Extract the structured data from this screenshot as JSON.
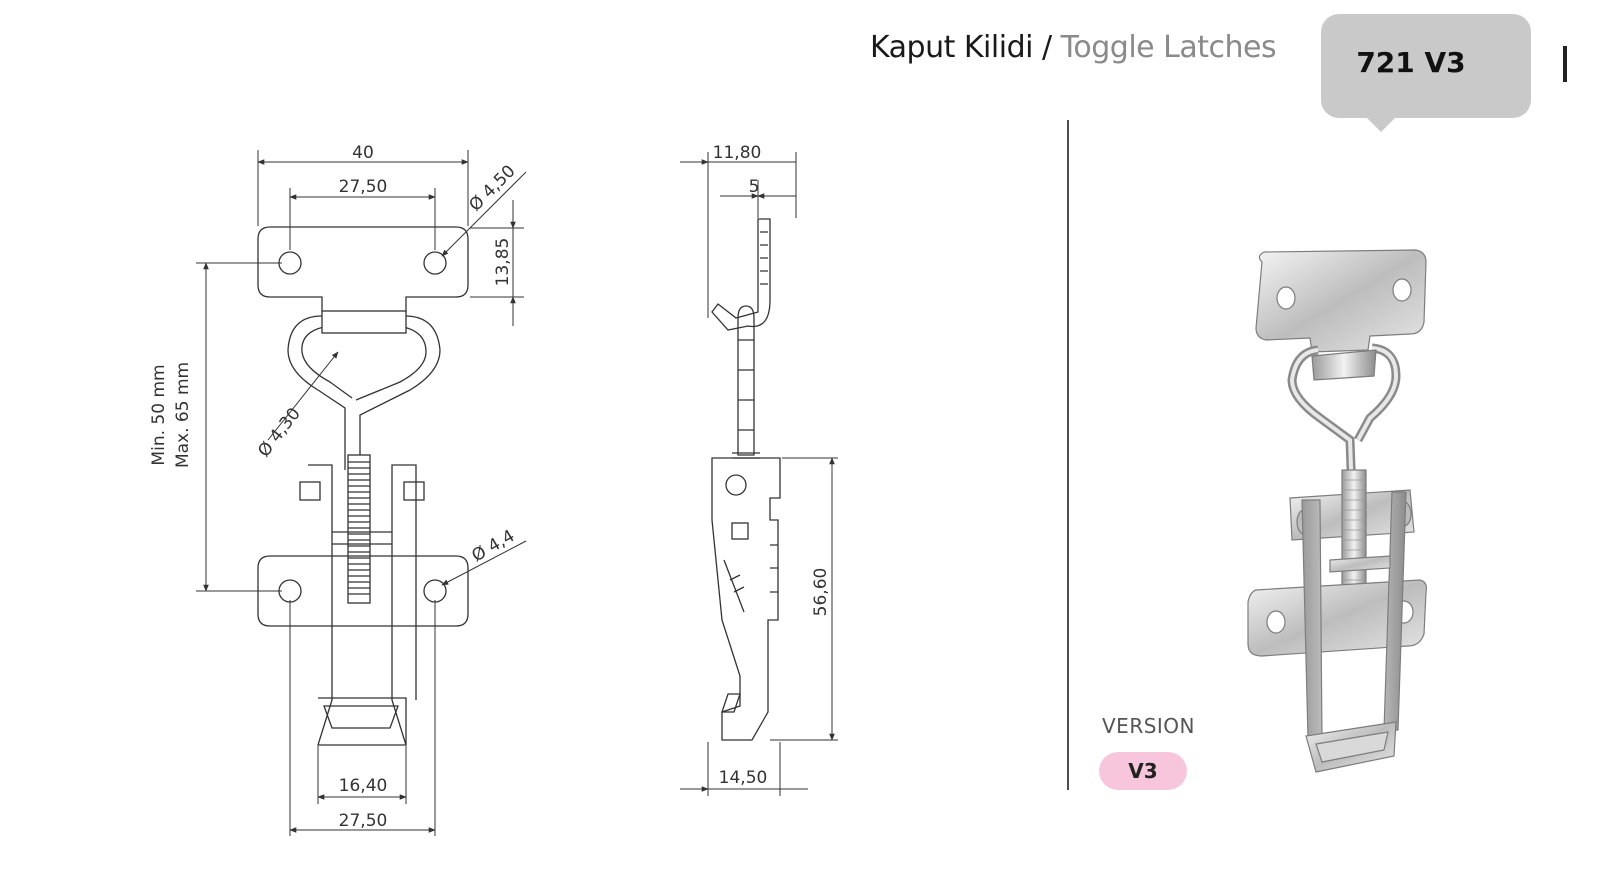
{
  "header": {
    "title_tr": "Kaput Kilidi",
    "separator": "/",
    "title_en": "Toggle Latches",
    "product_code": "721 V3"
  },
  "version": {
    "label": "VERSION",
    "value": "V3"
  },
  "front_view": {
    "dim_width_top": "40",
    "dim_hole_spacing_top": "27,50",
    "dim_hole_dia_top": "Ø 4,50",
    "dim_plate_height": "13,85",
    "dim_wire_dia": "Ø 4,30",
    "dim_hole_dia_bottom": "Ø 4,4",
    "dim_span_min": "Min. 50 mm",
    "dim_span_max": "Max. 65 mm",
    "dim_inner_width": "16,40",
    "dim_hole_spacing_bottom": "27,50"
  },
  "side_view": {
    "dim_top_total": "11,80",
    "dim_top_thickness": "5",
    "dim_body_height": "56,60",
    "dim_base_width": "14,50"
  },
  "colors": {
    "line": "#333333",
    "badge_bg": "#c9c9c9",
    "version_pill": "#f7c6dd",
    "title_secondary": "#8a8a8a"
  }
}
